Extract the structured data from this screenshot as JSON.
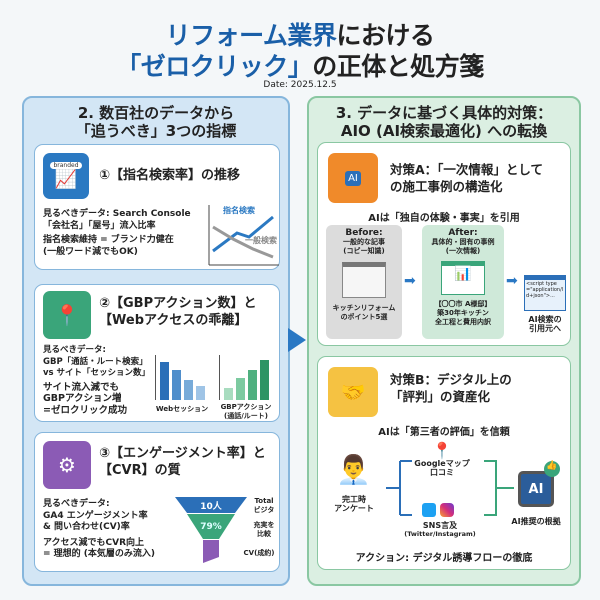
{
  "title": {
    "line1_accent": "リフォーム業界",
    "line1_rest": "における",
    "line2_accent": "「ゼロクリック」",
    "line2_rest": "の正体と処方箋",
    "date": "Date: 2025.12.5"
  },
  "left": {
    "heading1": "2. 数百社のデータから",
    "heading2": "「追うべき」3つの指標",
    "card1": {
      "search_chip": "branded",
      "title": "①【指名検索率】の推移",
      "body1": "見るべきデータ: Search Console",
      "body2": "「会社名」「屋号」流入比率",
      "body3": "指名検索維持 = ブランド力健在",
      "body4": "(一般ワード減でもOK)",
      "line_up": "指名検索",
      "line_down": "一般検索"
    },
    "card2": {
      "title1": "②【GBPアクション数】と",
      "title2": "【Webアクセスの乖離】",
      "body1": "見るべきデータ:",
      "body2": "GBP「通話・ルート検索」",
      "body3": "vs サイト「セッション数」",
      "body4": "サイト流入減でも",
      "body5": "GBPアクション増",
      "body6": "=ゼロクリック成功",
      "chart1_label": "Webセッション",
      "chart2_label1": "GBPアクション",
      "chart2_label2": "(通話/ルート)"
    },
    "card3": {
      "title1": "③【エンゲージメント率】と",
      "title2": "【CVR】の質",
      "body1": "見るべきデータ:",
      "body2": "GA4 エンゲージメント率",
      "body3": "& 問い合わせ(CV)率",
      "body4": "アクセス減でもCVR向上",
      "body5": "= 理想的 (本気層のみ流入)",
      "funnel_top": "10人",
      "funnel_mid": "79%",
      "label_top1": "Total",
      "label_top2": "ビジタ",
      "label_mid1": "充実を",
      "label_mid2": "比較",
      "label_bottom": "CV(成約)"
    }
  },
  "right": {
    "heading1": "3. データに基づく具体的対策：",
    "heading2": "AIO (AI検索最適化) への転換",
    "cardA": {
      "icon_text": "AI",
      "title1": "対策A：「一次情報」として",
      "title2": "の施工事例の構造化",
      "subtitle": "AIは「独自の体験・事実」を引用",
      "before_label": "Before:",
      "before_desc1": "一般的な記事",
      "before_desc2": "(コピー知識)",
      "before_caption1": "キッチンリフォーム",
      "before_caption2": "のポイント5選",
      "after_label": "After:",
      "after_desc1": "具体的・固有の事例",
      "after_desc2": "(一次情報)",
      "after_caption1": "【〇〇市 A様邸】",
      "after_caption2": "築30年キッチン",
      "after_caption3": "全工程と費用内訳",
      "code": "<script type=\"application/ld+json\">...",
      "ai_caption1": "AI検索の",
      "ai_caption2": "引用元へ"
    },
    "cardB": {
      "title1": "対策B：デジタル上の",
      "title2": "「評判」の資産化",
      "subtitle": "AIは「第三者の評価」を信頼",
      "survey1": "完工時",
      "survey2": "アンケート",
      "google1": "Googleマップ",
      "google2": "口コミ",
      "sns1": "SNS言及",
      "sns2": "(Twitter/Instagram)",
      "ai_chip": "AI",
      "ai_label": "AI推奨の根拠",
      "action": "アクション: デジタル誘導フローの徹底"
    }
  }
}
